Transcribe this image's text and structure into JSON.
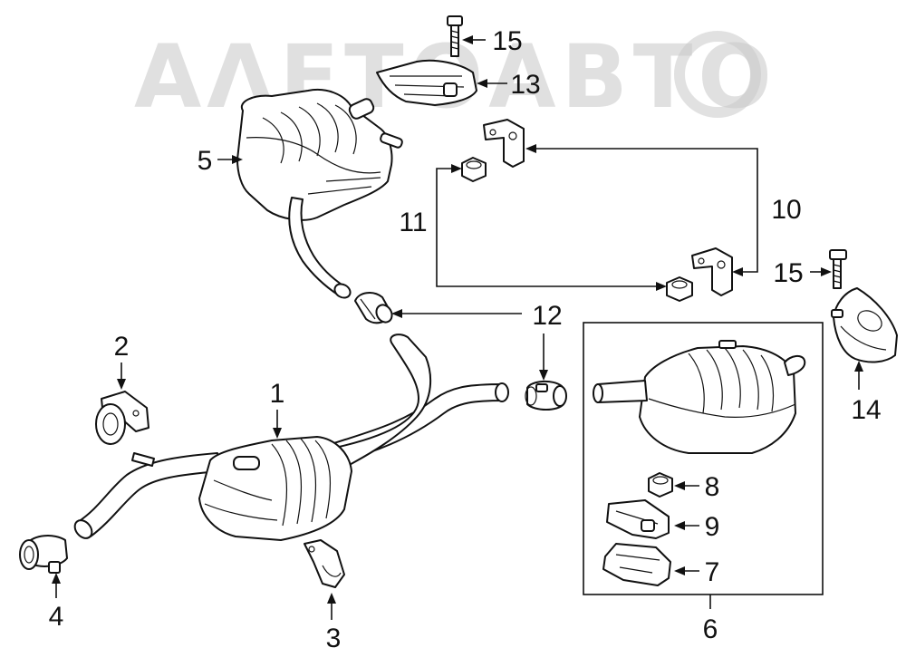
{
  "watermark": "ΑΛΕΤΟΑΒΤΟ",
  "callouts": {
    "c1": "1",
    "c2": "2",
    "c3": "3",
    "c4": "4",
    "c5": "5",
    "c6": "6",
    "c7": "7",
    "c8": "8",
    "c9": "9",
    "c10": "10",
    "c11": "11",
    "c12": "12",
    "c13": "13",
    "c14": "14",
    "c15a": "15",
    "c15b": "15"
  },
  "colors": {
    "line": "#111111",
    "watermark": "#c8c8c8",
    "background": "#ffffff"
  }
}
